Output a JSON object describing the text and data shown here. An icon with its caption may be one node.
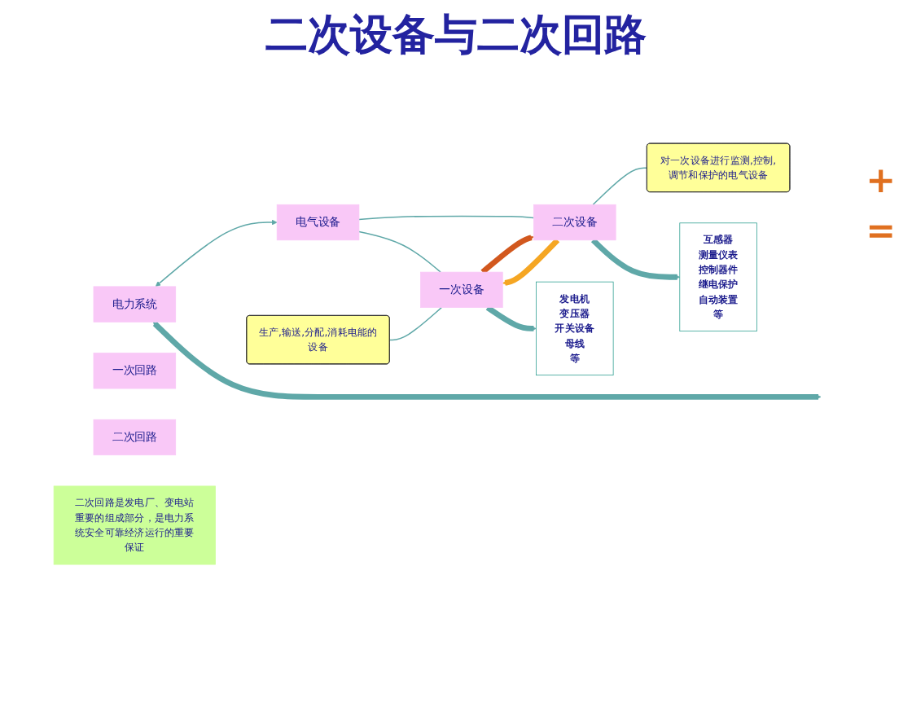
{
  "diagram": {
    "title": "二次设备与二次回路",
    "nodes": [
      {
        "text": [
          "电力系统"
        ]
      },
      {
        "text": [
          "电气设备"
        ]
      },
      {
        "text": [
          "一次设备"
        ]
      },
      {
        "text": [
          "二次设备"
        ]
      },
      {
        "text": [
          "生产,输送,分配,消耗电能的设备"
        ]
      },
      {
        "text": [
          "对一次设备进行监测,控制,调节和保护的电气设备"
        ]
      },
      {
        "text": [
          "发电机",
          "变压器",
          "开关设备",
          "母线",
          "等"
        ]
      },
      {
        "text": [
          "互感器",
          "测量仪表",
          "控制器件",
          "继电保护",
          "自动装置",
          "等"
        ]
      },
      {
        "text": [
          "一次回路"
        ]
      },
      {
        "text": [
          "二次回路"
        ]
      },
      {
        "text": [
          "二次回路是发电厂、变电站重要的组成部分，是电力系统安全可靠经济运行的重要保证"
        ]
      }
    ],
    "edges": [
      {
        "from": 0,
        "to": 1,
        "arrow": "both"
      },
      {
        "from": 1,
        "to": 2,
        "arrow": "none"
      },
      {
        "from": 1,
        "to": 3,
        "arrow": "none"
      },
      {
        "from": 3,
        "to": 2,
        "arrow": "to",
        "style": "thick",
        "color": "#f5a623"
      },
      {
        "from": 2,
        "to": 3,
        "arrow": "to",
        "style": "thick",
        "color": "#d2581e"
      },
      {
        "from": 4,
        "to": 2,
        "arrow": "none"
      },
      {
        "from": 5,
        "to": 3,
        "arrow": "none"
      },
      {
        "from": 2,
        "to": 6,
        "arrow": "to",
        "style": "thick"
      },
      {
        "from": 3,
        "to": 7,
        "arrow": "to",
        "style": "thick"
      },
      {
        "from": 0,
        "to": null,
        "arrow": "both",
        "style": "thick"
      }
    ],
    "labels": [
      "+",
      "="
    ]
  }
}
